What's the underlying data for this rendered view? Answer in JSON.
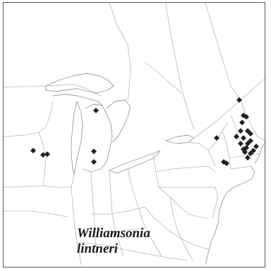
{
  "map": {
    "label": {
      "genus": "Williamsonia",
      "species": "lintneri"
    },
    "colors": {
      "record_marker": "#222222",
      "boundary": "#b5b5b5",
      "frame": "#555555"
    },
    "marker_shape": "diamond"
  }
}
